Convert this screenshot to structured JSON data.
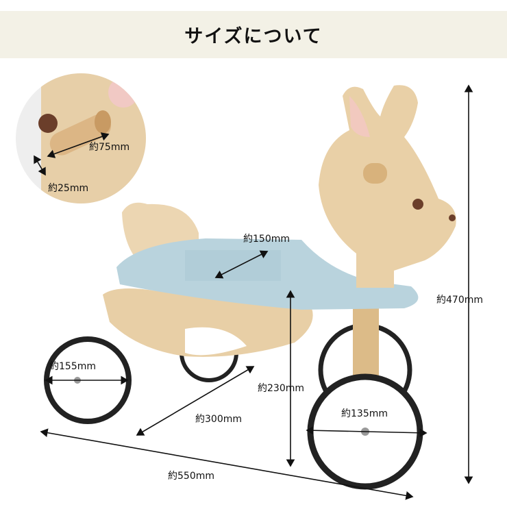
{
  "header": {
    "title": "サイズについて"
  },
  "colors": {
    "banner": "#f3f1e6",
    "wood": "#e8cfa6",
    "seat": "#b9d3dd",
    "tire": "#222222"
  },
  "dimensions": {
    "handle_length": "約75mm",
    "handle_diameter": "約25mm",
    "seat_width": "約150mm",
    "total_height": "約470mm",
    "rear_wheel_diameter": "約155mm",
    "seat_height": "約230mm",
    "width": "約300mm",
    "front_wheel_diameter": "約135mm",
    "length": "約550mm"
  }
}
